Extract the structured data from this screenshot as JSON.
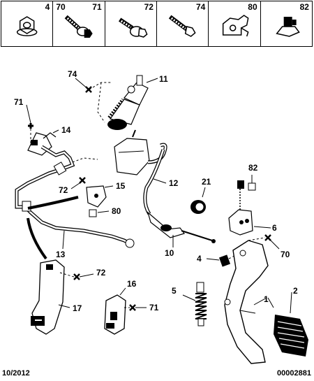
{
  "hardware": {
    "c1": {
      "right": "4"
    },
    "c2": {
      "left": "70",
      "right": "71"
    },
    "c3": {
      "right": "72"
    },
    "c4": {
      "right": "74"
    },
    "c5": {
      "right": "80"
    },
    "c6": {
      "right": "82"
    }
  },
  "callouts": {
    "p1": "1",
    "p2": "2",
    "p4": "4",
    "p5": "5",
    "p6": "6",
    "p10": "10",
    "p11": "11",
    "p12": "12",
    "p13": "13",
    "p14": "14",
    "p15": "15",
    "p16": "16",
    "p17": "17",
    "p21": "21",
    "p70": "70",
    "p71a": "71",
    "p71b": "71",
    "p72a": "72",
    "p72b": "72",
    "p74": "74",
    "p80": "80",
    "p82": "82"
  },
  "footer": {
    "date": "10/2012",
    "ref": "00002881"
  }
}
